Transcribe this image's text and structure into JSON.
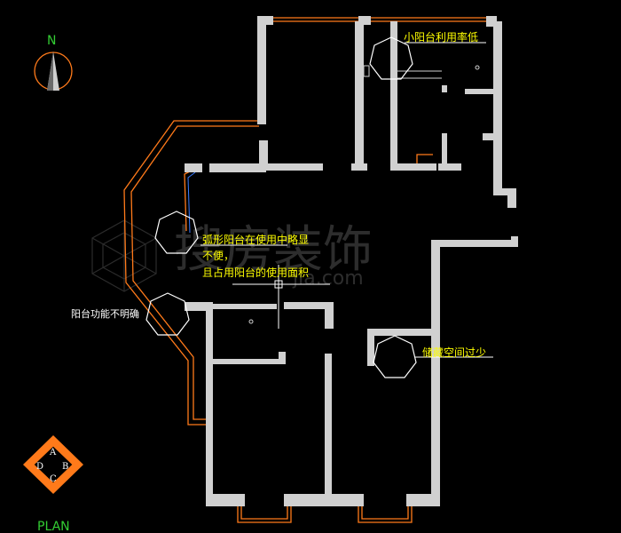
{
  "north": {
    "letter": "N"
  },
  "plan_label": "PLAN",
  "view_marker": {
    "a": "A",
    "b": "B",
    "c": "C",
    "d": "D"
  },
  "annotations": {
    "small_balcony": "小阳台利用率低",
    "curved_balcony_line1": "弧形阳台在使用中略显",
    "curved_balcony_line2": "不便，",
    "curved_balcony_line3": "且占用阳台的使用面积",
    "balcony_function": "阳台功能不明确",
    "storage": "储藏空间过少"
  },
  "watermark": {
    "main": "搜房装饰",
    "sub": "jia.com"
  },
  "colors": {
    "wall": "#d0d0d0",
    "window": "#ff7a1a",
    "annotation": "#ffff00",
    "label": "#ffffff",
    "cloud": "#ffffff",
    "compass": "#ff7a1a",
    "plan_text": "#33cc33"
  }
}
